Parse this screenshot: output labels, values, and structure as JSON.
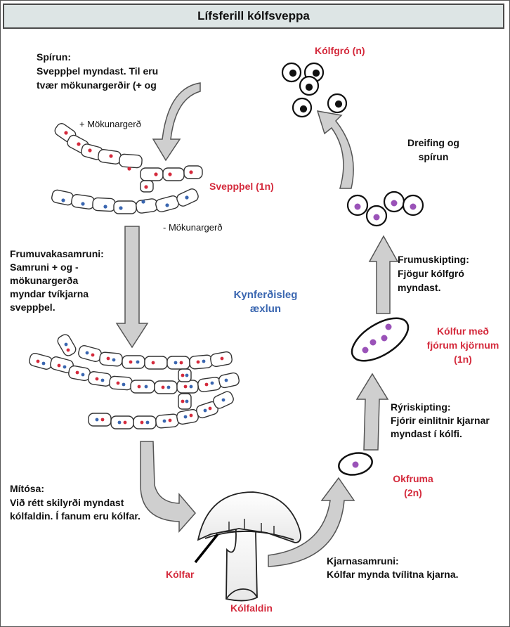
{
  "title": "Lífsferill kólfsveppa",
  "colors": {
    "red": "#d42a3c",
    "blue": "#3a66b0",
    "purple": "#9a52b8",
    "arrow_fill": "#cfcfcf",
    "title_bg": "#dde5e5"
  },
  "labels": {
    "germination_title": "Spírun:",
    "germination_line1": "Sveppþel myndast. Til eru",
    "germination_line2": "tvær mökunargerðir (+ og",
    "plus_mating": "+ Mökunargerð",
    "minus_mating": "- Mökunargerð",
    "hypha_1n": "Sveppþel (1n)",
    "spores_n": "Kólfgró (n)",
    "dispersal_line1": "Dreifing og",
    "dispersal_line2": "spírun",
    "plasmogamy_title": "Frumuvakasamruni:",
    "plasmogamy_line1": "Samruni + og -",
    "plasmogamy_line2": "mökunargerða",
    "plasmogamy_line3": "myndar tvíkjarna",
    "plasmogamy_line4": "sveppþel.",
    "sexual_line1": "Kynferðisleg",
    "sexual_line2": "æxlun",
    "cytokinesis_title": "Frumuskipting:",
    "cytokinesis_line1": "Fjögur kólfgró",
    "cytokinesis_line2": "myndast.",
    "basidium4_line1": "Kólfur með",
    "basidium4_line2": "fjórum kjörnum",
    "basidium4_line3": "(1n)",
    "meiosis_title": "Rýriskipting:",
    "meiosis_line1": "Fjórir einlitnir kjarnar",
    "meiosis_line2": "myndast í kólfi.",
    "zygote_line1": "Okfruma",
    "zygote_line2": "(2n)",
    "mitosis_title": "Mítósa:",
    "mitosis_line1": "Við rétt skilyrði myndast",
    "mitosis_line2": "kólfaldin. Í fanum eru kólfar.",
    "karyogamy_title": "Kjarnasamruni:",
    "karyogamy_line1": "Kólfar mynda tvílitna kjarna.",
    "basidia": "Kólfar",
    "fruiting_body": "Kólfaldin"
  }
}
